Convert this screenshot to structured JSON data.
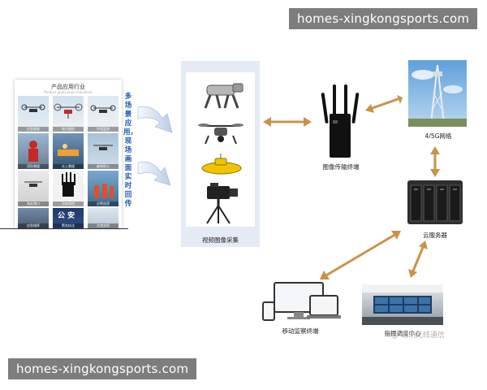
{
  "watermarks": {
    "top": "homes-xingkongsports.com",
    "bottom": "homes-xingkongsports.com"
  },
  "industry_panel": {
    "title": "产品应用行业",
    "subtitle": "Product application industries",
    "tiles": [
      {
        "caption": "应急救援"
      },
      {
        "caption": "电力巡检"
      },
      {
        "caption": "环保监测"
      },
      {
        "caption": "消防救援"
      },
      {
        "caption": "水上救援"
      },
      {
        "caption": "森林防火"
      },
      {
        "caption": "海关港口"
      },
      {
        "caption": "治安防控"
      },
      {
        "caption": "交警巡逻"
      },
      {
        "caption": "应急指挥"
      },
      {
        "caption": "警务执法"
      },
      {
        "caption": "文旅安防"
      }
    ],
    "police_sign": "公 安"
  },
  "vertical_text": "多场景应用，现场画面实时回传",
  "labels": {
    "capture": "视频图像采集",
    "transmission": "图像传输终端",
    "network": "4/5G网络",
    "cloud": "云服务器",
    "mobile_monitor": "移动监察终端",
    "command": "指挥调度中心",
    "footer_mark": "@ 北讯无线通信"
  },
  "colors": {
    "arrow": "#c9934a",
    "panel": "#e4ebf5",
    "text_blue": "#1a55b8"
  }
}
